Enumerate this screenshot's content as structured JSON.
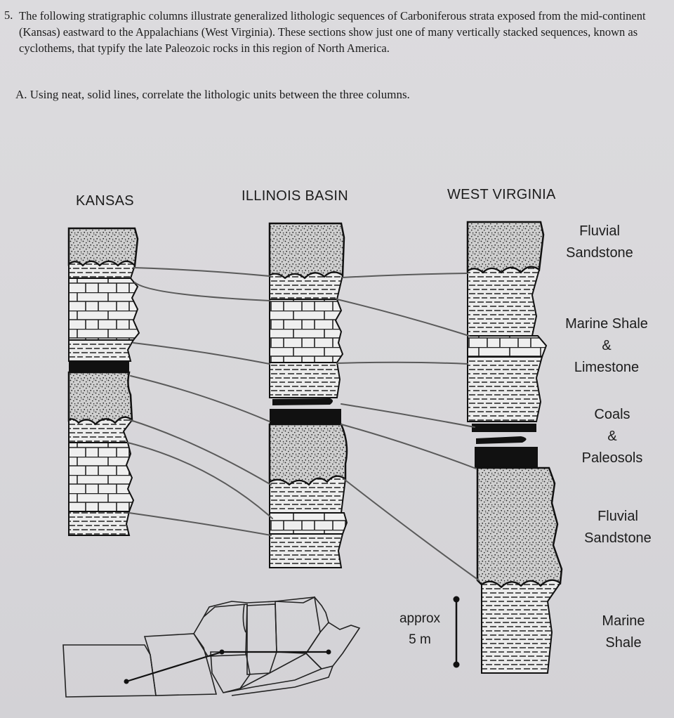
{
  "question": {
    "number": "5.",
    "text": "The following stratigraphic columns illustrate generalized lithologic sequences of Carboniferous strata exposed from the mid-continent (Kansas) eastward to the Appalachians (West Virginia). These sections show just one of many vertically stacked sequences, known as cyclothems, that typify the late Paleozoic rocks in this region of North America.",
    "part_a": "A. Using neat, solid lines, correlate the lithologic units between the three columns."
  },
  "columns": {
    "kansas": "KANSAS",
    "illinois": "ILLINOIS BASIN",
    "west_virginia": "WEST VIRGINIA"
  },
  "unit_labels": {
    "fluvial_sandstone_top": [
      "Fluvial",
      "Sandstone"
    ],
    "marine_shale_limestone": [
      "Marine Shale",
      "&",
      "Limestone"
    ],
    "coals_paleosols": [
      "Coals",
      "&",
      "Paleosols"
    ],
    "fluvial_sandstone_lower": [
      "Fluvial",
      "Sandstone"
    ],
    "marine_shale": [
      "Marine",
      "Shale"
    ]
  },
  "scale": {
    "line1": "approx",
    "line2": "5 m"
  },
  "colors": {
    "ink": "#1b1b1b",
    "pencil": "#555555",
    "paper": "#d9d8db"
  }
}
